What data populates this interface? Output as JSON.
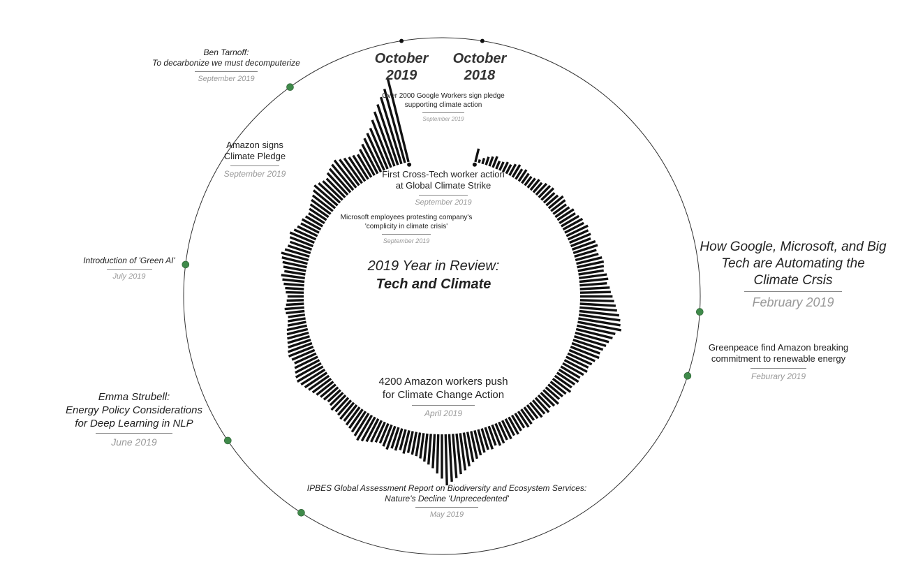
{
  "title": {
    "line1": "2019 Year in Review:",
    "line2": "Tech and Climate"
  },
  "months": {
    "start": {
      "label": "October",
      "year": "2018"
    },
    "end": {
      "label": "October",
      "year": "2019"
    }
  },
  "colors": {
    "bar": "#111111",
    "ring": "#333333",
    "event_dot": "#3f8a4a",
    "date_text": "#999999"
  },
  "chart_data": {
    "type": "bar",
    "layout": "radial",
    "values": [
      16,
      4,
      7,
      10,
      12,
      14,
      10,
      11,
      13,
      12,
      15,
      17,
      14,
      16,
      14,
      13,
      14,
      16,
      15,
      18,
      19,
      20,
      17,
      18,
      22,
      21,
      19,
      20,
      23,
      22,
      24,
      26,
      25,
      28,
      26,
      27,
      25,
      29,
      30,
      27,
      28,
      31,
      32,
      31,
      30,
      33,
      34,
      32,
      35,
      36,
      38,
      40,
      42,
      44,
      47,
      49,
      50,
      52,
      46,
      44,
      41,
      39,
      37,
      35,
      36,
      33,
      31,
      29,
      30,
      28,
      26,
      27,
      25,
      24,
      26,
      23,
      22,
      21,
      24,
      22,
      20,
      23,
      21,
      22,
      20,
      19,
      21,
      22,
      20,
      21,
      23,
      22,
      24,
      23,
      25,
      26,
      24,
      27,
      26,
      28,
      30,
      33,
      36,
      40,
      44,
      48,
      52,
      56,
      60,
      52,
      46,
      40,
      36,
      33,
      30,
      28,
      27,
      26,
      28,
      25,
      27,
      26,
      29,
      27,
      25,
      26,
      28,
      30,
      32,
      34,
      31,
      29,
      27,
      26,
      24,
      25,
      23,
      22,
      24,
      21,
      20,
      22,
      23,
      25,
      27,
      29,
      31,
      33,
      35,
      34,
      32,
      30,
      28,
      29,
      31,
      30,
      28,
      27,
      26,
      25,
      24,
      22,
      21,
      20,
      22,
      23,
      21,
      20,
      19,
      21,
      22,
      24,
      26,
      28,
      25,
      27,
      29,
      31,
      33,
      30,
      28,
      27,
      29,
      31,
      28,
      26,
      24,
      25,
      23,
      22,
      24,
      26,
      28,
      30,
      33,
      36,
      34,
      32,
      31,
      35,
      37,
      39,
      41,
      38,
      36,
      34,
      33,
      31,
      35,
      39,
      44,
      48,
      52,
      60,
      68,
      75,
      82,
      90,
      100
    ]
  },
  "events": [
    {
      "title": "Over 2000 Google Workers sign pledge",
      "title2": "supporting climate action",
      "date": "September 2019"
    },
    {
      "title": "First Cross-Tech worker action",
      "title2": "at Global Climate Strike",
      "date": "September 2019"
    },
    {
      "title": "Microsoft employees protesting company's",
      "title2": "'complicity in climate crisis'",
      "date": "September 2019"
    },
    {
      "title": "4200 Amazon workers push",
      "title2": "for Climate Change Action",
      "date": "April 2019"
    },
    {
      "title": "Amazon signs",
      "title2": "Climate Pledge",
      "date": "September 2019"
    },
    {
      "title": "Ben Tarnoff:",
      "title2": "To decarbonize we must decomputerize",
      "date": "September 2019"
    },
    {
      "title": "Introduction of 'Green AI'",
      "date": "July 2019"
    },
    {
      "title": "Emma Strubell:",
      "title2": "Energy Policy Considerations",
      "title3": "for Deep Learning in NLP",
      "date": "June 2019"
    },
    {
      "title": "IPBES Global Assessment Report on Biodiversity and Ecosystem Services:",
      "title2": "Nature's Decline 'Unprecedented'",
      "date": "May 2019"
    },
    {
      "title": "How Google, Microsoft, and Big",
      "title2": "Tech are Automating the",
      "title3": "Climate Crsis",
      "date": "February 2019"
    },
    {
      "title": "Greenpeace find Amazon breaking",
      "title2": "commitment to renewable energy",
      "date": "Feburary 2019"
    }
  ]
}
